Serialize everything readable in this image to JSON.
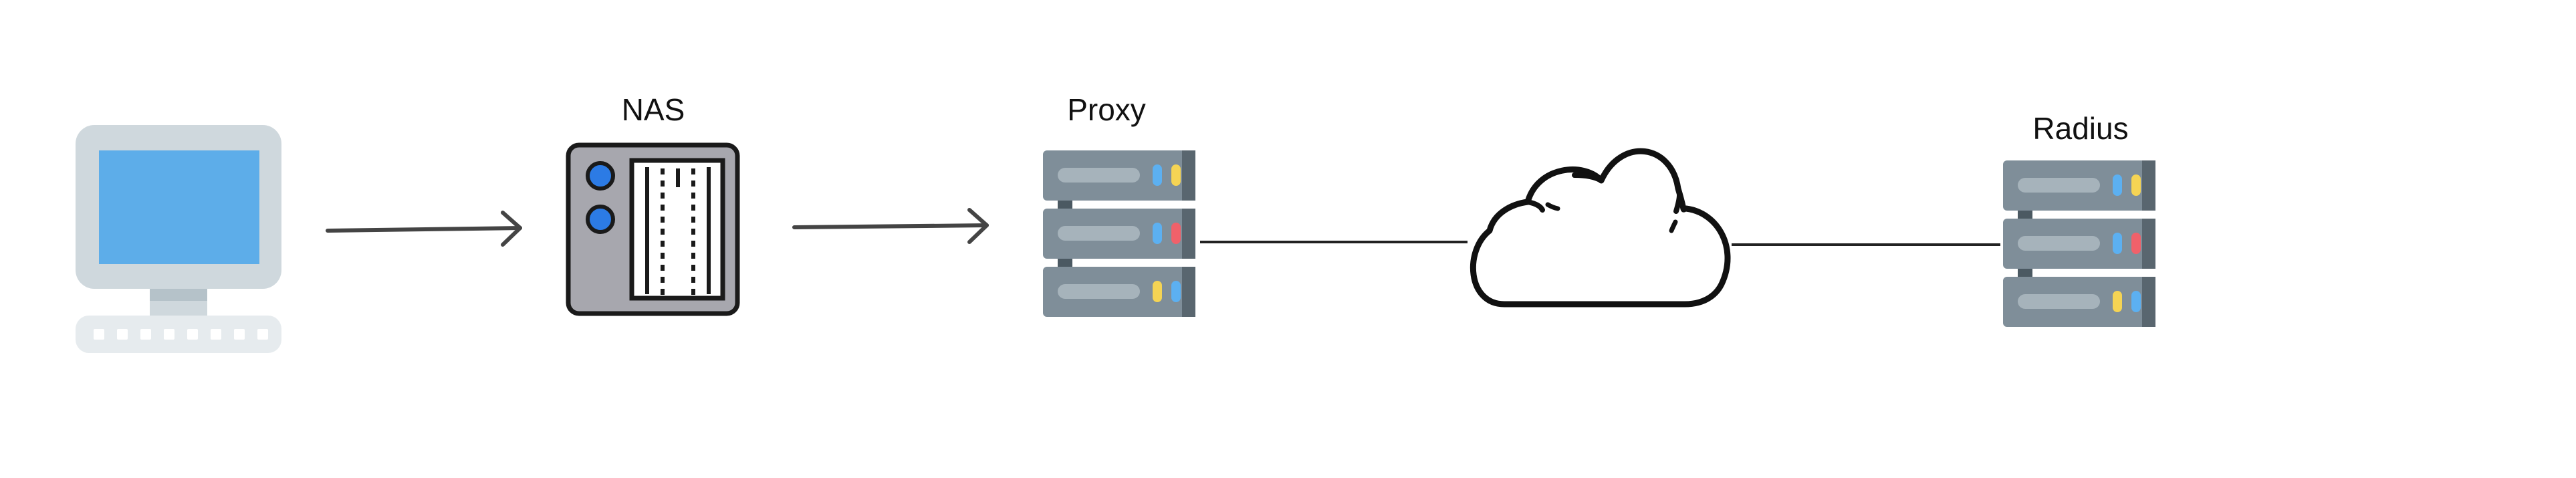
{
  "diagram": {
    "nodes": {
      "computer": {
        "label": "",
        "icon": "desktop-computer-icon"
      },
      "nas": {
        "label": "NAS",
        "icon": "nas-device-icon"
      },
      "proxy": {
        "label": "Proxy",
        "icon": "server-rack-icon"
      },
      "cloud": {
        "label": "",
        "icon": "cloud-icon"
      },
      "radius": {
        "label": "Radius",
        "icon": "server-rack-icon"
      }
    },
    "connections": [
      {
        "from": "computer",
        "to": "nas",
        "style": "arrow"
      },
      {
        "from": "nas",
        "to": "proxy",
        "style": "arrow"
      },
      {
        "from": "proxy",
        "to": "cloud",
        "style": "line"
      },
      {
        "from": "cloud",
        "to": "radius",
        "style": "line"
      }
    ],
    "colors": {
      "monitor_frame": "#cfd8dd",
      "monitor_screen": "#5dade9",
      "keyboard": "#e6ebee",
      "nas_body": "#a7a7ae",
      "nas_buttons": "#2c7be5",
      "server_body": "#7f8e99",
      "server_dark": "#4b5962",
      "server_bar": "#a6b3bb",
      "led_blue": "#5cb0f1",
      "led_yellow": "#f5d454",
      "led_red": "#f0616a",
      "line": "#222222",
      "arrow": "#444444"
    }
  }
}
